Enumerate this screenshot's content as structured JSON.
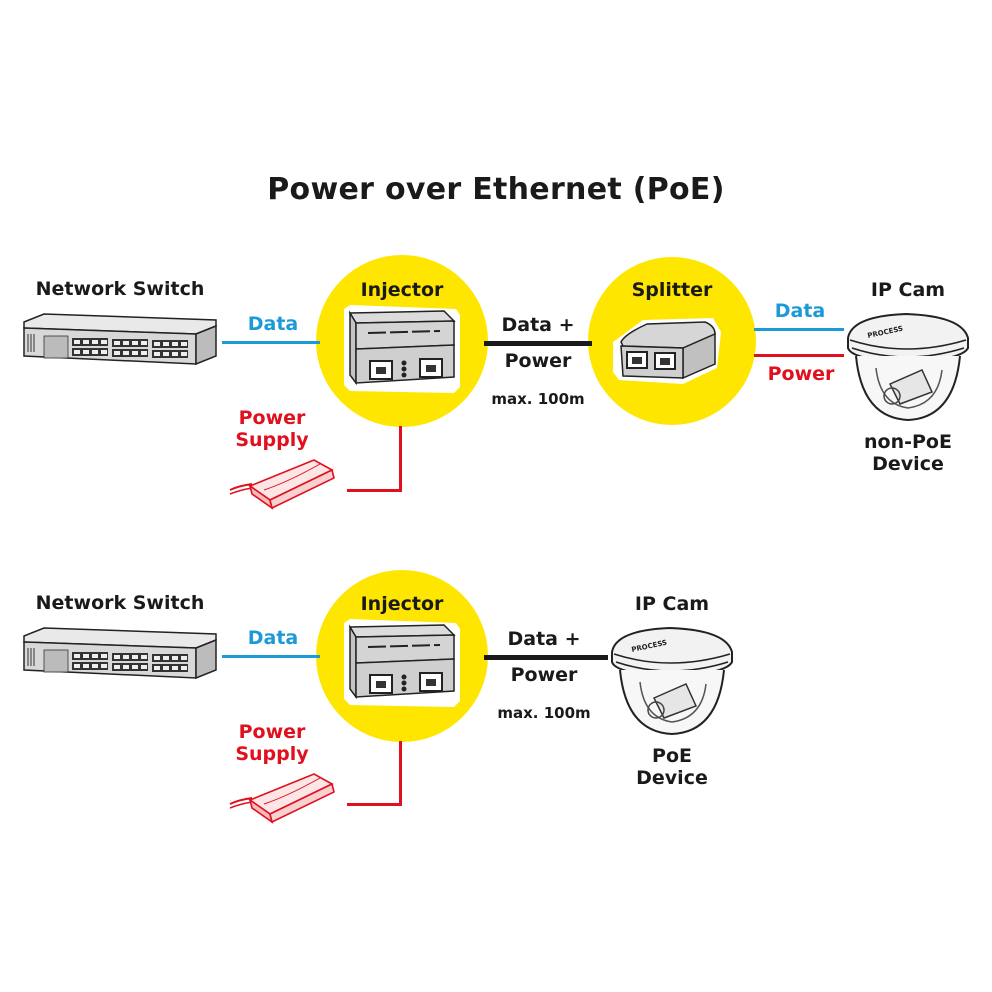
{
  "title": "Power over Ethernet (PoE)",
  "colors": {
    "data": "#1c9ad6",
    "power": "#e0101e",
    "combined": "#1a1a1a",
    "highlight": "#ffe600"
  },
  "scenarios": [
    {
      "name": "with-splitter",
      "switch_label": "Network Switch",
      "switch_link_label": "Data",
      "injector_label": "Injector",
      "power_supply_label_line1": "Power",
      "power_supply_label_line2": "Supply",
      "combined_label_line1": "Data +",
      "combined_label_line2": "Power",
      "distance_label": "max. 100m",
      "splitter_label": "Splitter",
      "split_data_label": "Data",
      "split_power_label": "Power",
      "camera_label": "IP Cam",
      "camera_type_line1": "non-PoE",
      "camera_type_line2": "Device"
    },
    {
      "name": "direct-poe",
      "switch_label": "Network Switch",
      "switch_link_label": "Data",
      "injector_label": "Injector",
      "power_supply_label_line1": "Power",
      "power_supply_label_line2": "Supply",
      "combined_label_line1": "Data +",
      "combined_label_line2": "Power",
      "distance_label": "max. 100m",
      "camera_label": "IP Cam",
      "camera_type_line1": "PoE",
      "camera_type_line2": "Device"
    }
  ],
  "icons": {
    "switch": "network-switch-icon",
    "injector": "poe-injector-icon",
    "splitter": "poe-splitter-icon",
    "power_supply": "power-adapter-icon",
    "camera": "dome-camera-icon"
  }
}
